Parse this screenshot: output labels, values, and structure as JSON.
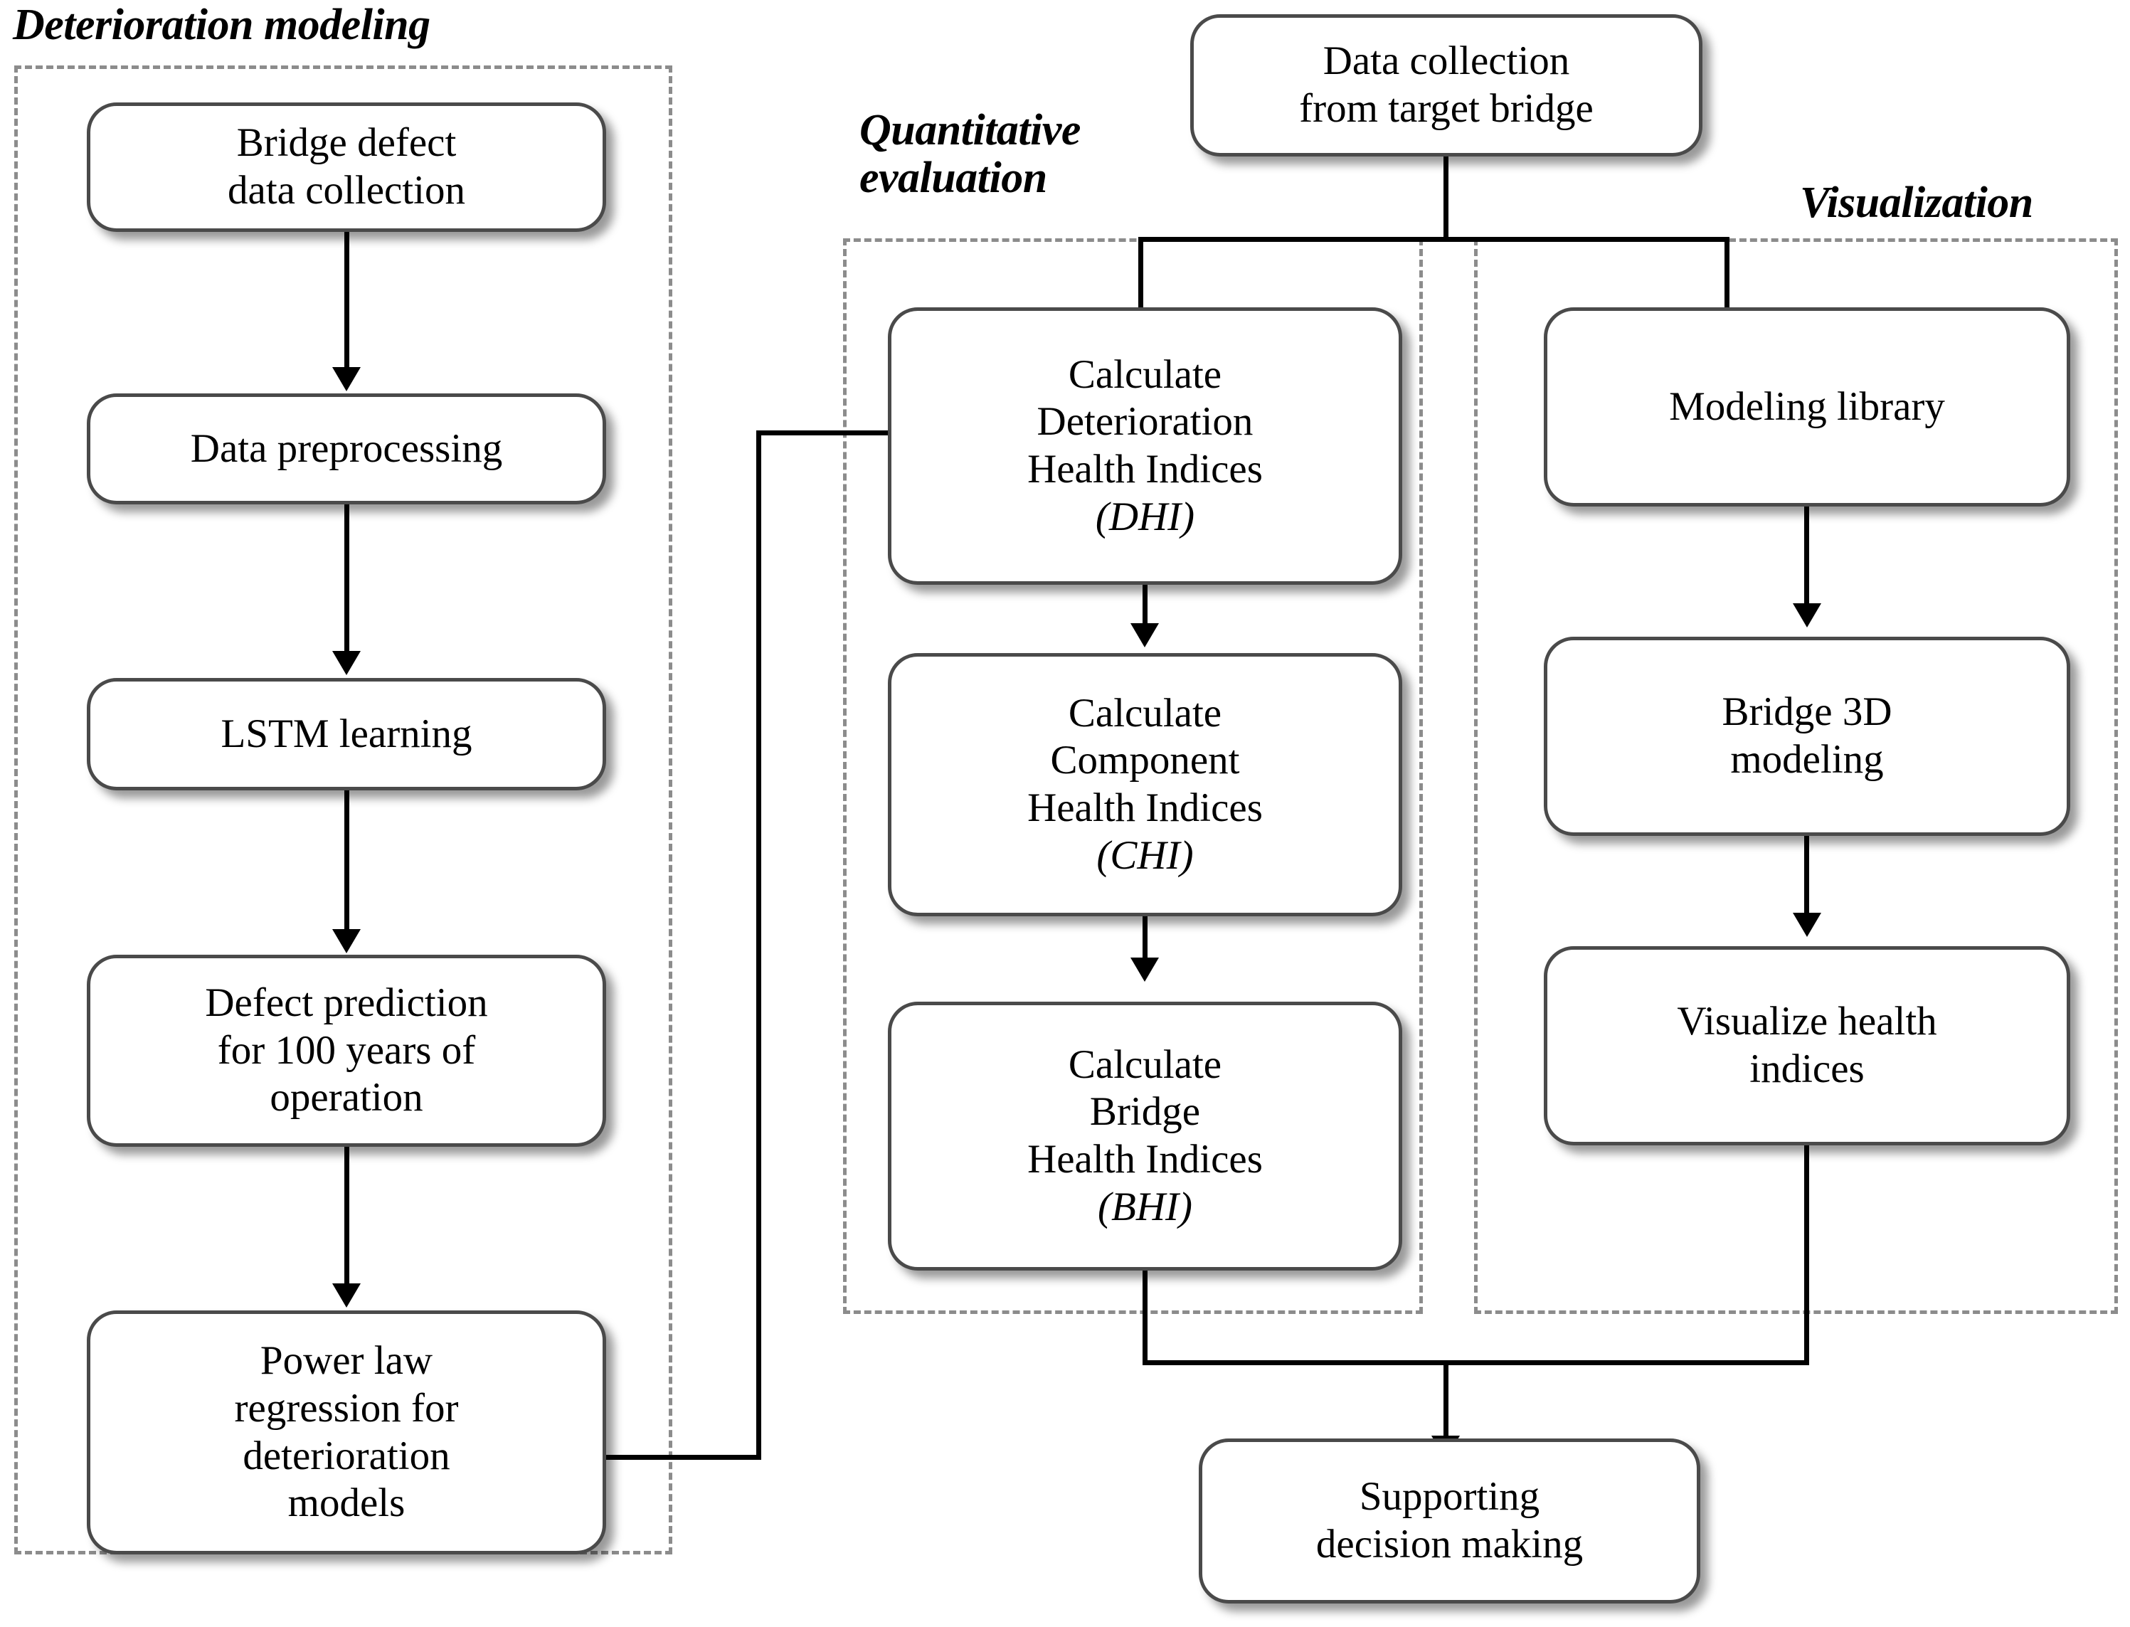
{
  "diagram": {
    "type": "flowchart",
    "title_groups": [
      {
        "id": "deterioration-modeling",
        "label": "Deterioration modeling"
      },
      {
        "id": "quantitative-evaluation",
        "label": "Quantitative\nevaluation"
      },
      {
        "id": "visualization",
        "label": "Visualization"
      }
    ],
    "colors": {
      "node_border": "#4a4a4a",
      "node_fill": "#ffffff",
      "group_border": "#8c8c8c",
      "connector": "#000000",
      "text": "#000000"
    }
  },
  "nodes": {
    "bridge_defect_data_collection": "Bridge defect\ndata collection",
    "data_preprocessing": "Data preprocessing",
    "lstm_learning": "LSTM learning",
    "defect_prediction": "Defect prediction\nfor 100 years of\noperation",
    "power_law_regression": "Power law\nregression for\ndeterioration\nmodels",
    "data_collection_target_bridge": "Data collection\nfrom target bridge",
    "calculate_dhi_main": "Calculate\nDeterioration\nHealth Indices\n",
    "calculate_dhi_abbr": "(DHI)",
    "calculate_chi_main": "Calculate\nComponent\nHealth Indices\n",
    "calculate_chi_abbr": "(CHI)",
    "calculate_bhi_main": "Calculate\nBridge\nHealth Indices\n",
    "calculate_bhi_abbr": "(BHI)",
    "modeling_library": "Modeling library",
    "bridge_3d_modeling": "Bridge 3D\nmodeling",
    "visualize_health_indices": "Visualize health\nindices",
    "supporting_decision_making": "Supporting\ndecision making"
  },
  "flow_edges": [
    {
      "from": "bridge_defect_data_collection",
      "to": "data_preprocessing"
    },
    {
      "from": "data_preprocessing",
      "to": "lstm_learning"
    },
    {
      "from": "lstm_learning",
      "to": "defect_prediction"
    },
    {
      "from": "defect_prediction",
      "to": "power_law_regression"
    },
    {
      "from": "power_law_regression",
      "to": "calculate_dhi_main"
    },
    {
      "from": "data_collection_target_bridge",
      "to": "calculate_dhi_main"
    },
    {
      "from": "data_collection_target_bridge",
      "to": "modeling_library"
    },
    {
      "from": "calculate_dhi_main",
      "to": "calculate_chi_main"
    },
    {
      "from": "calculate_chi_main",
      "to": "calculate_bhi_main"
    },
    {
      "from": "modeling_library",
      "to": "bridge_3d_modeling"
    },
    {
      "from": "bridge_3d_modeling",
      "to": "visualize_health_indices"
    },
    {
      "from": "calculate_bhi_main",
      "to": "supporting_decision_making"
    },
    {
      "from": "visualize_health_indices",
      "to": "supporting_decision_making"
    }
  ]
}
